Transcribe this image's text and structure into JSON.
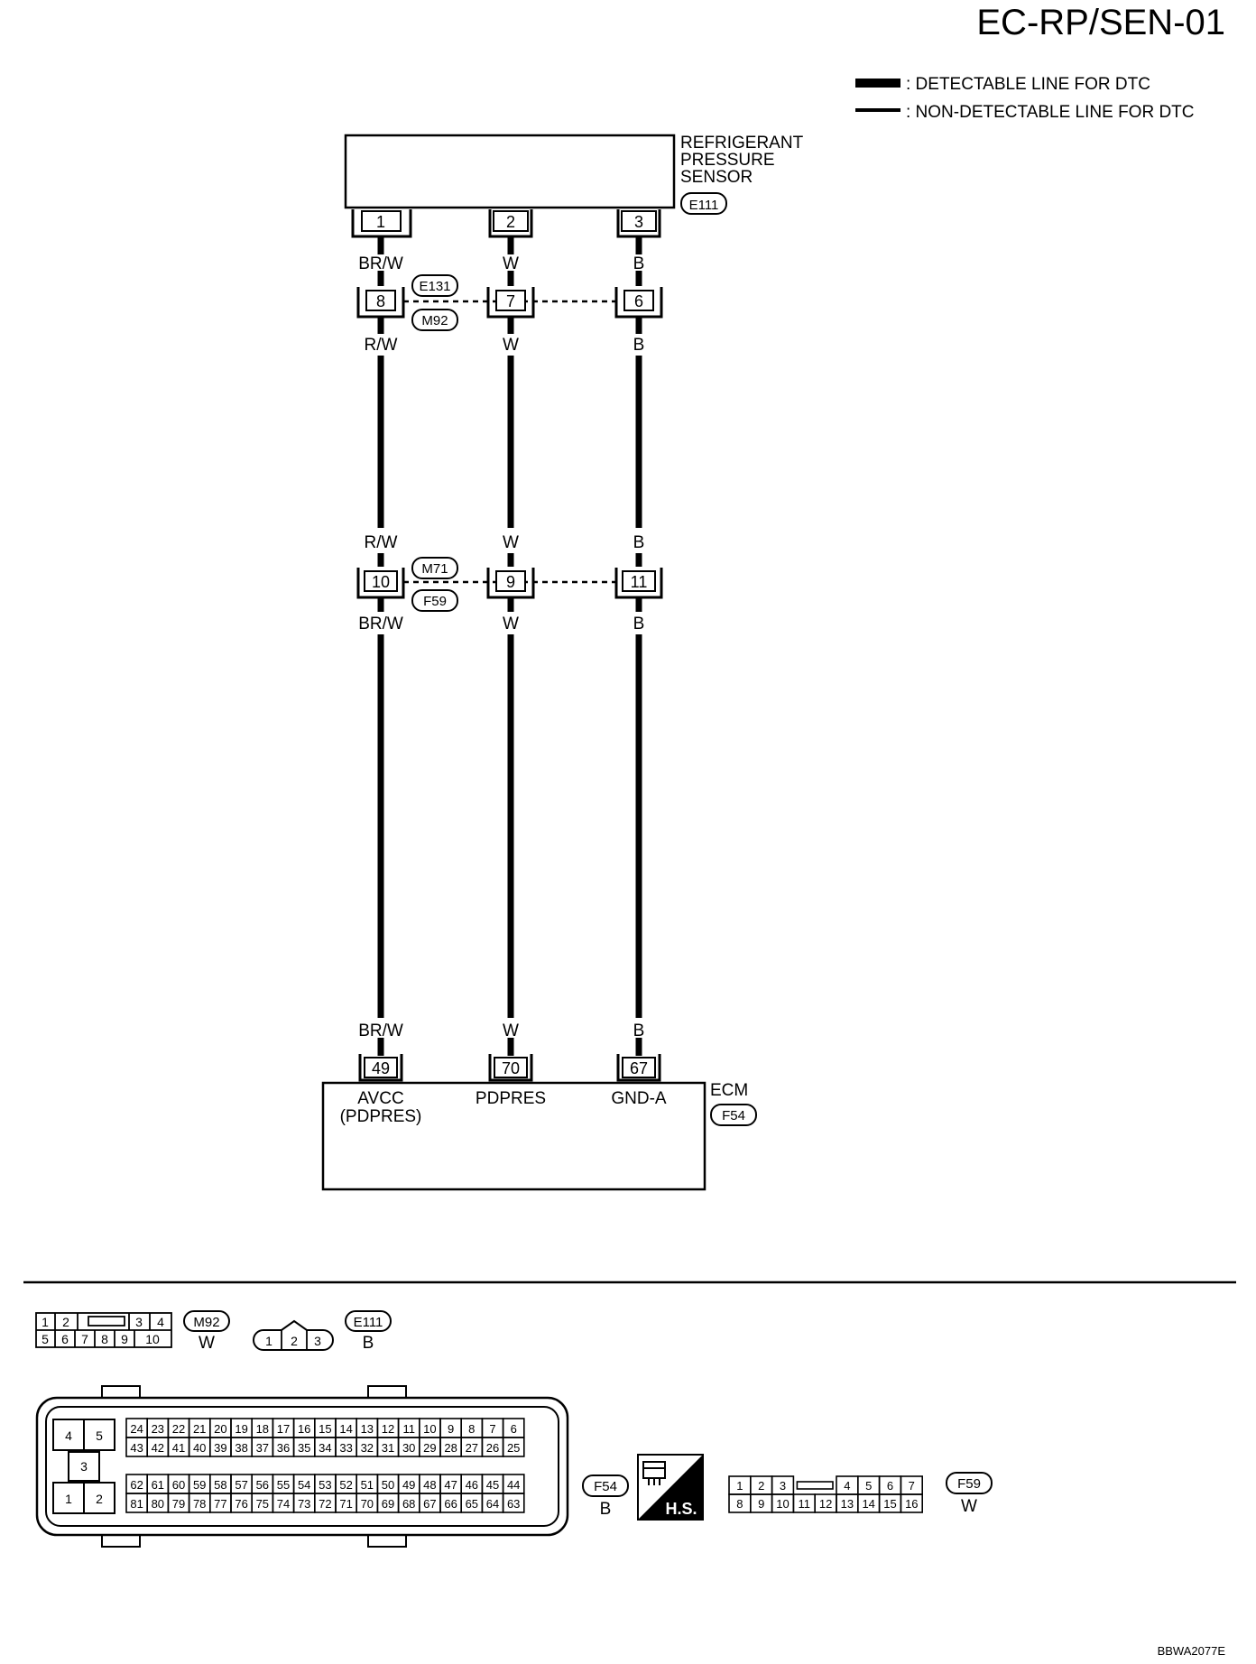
{
  "page_code": "EC-RP/SEN-01",
  "figure_code": "BBWA2077E",
  "legend": {
    "detectable": ": DETECTABLE LINE FOR DTC",
    "non_detectable": ": NON-DETECTABLE LINE FOR DTC"
  },
  "sensor": {
    "name_lines": [
      "REFRIGERANT",
      "PRESSURE",
      "SENSOR"
    ],
    "connector": "E111",
    "terminals": [
      "1",
      "2",
      "3"
    ]
  },
  "wire_colors_top": [
    "BR/W",
    "W",
    "B"
  ],
  "joint1": {
    "connectors": [
      "E131",
      "M92"
    ],
    "pins": [
      "8",
      "7",
      "6"
    ]
  },
  "wire_colors_mid": [
    "R/W",
    "W",
    "B"
  ],
  "wire_colors_mid2": [
    "R/W",
    "W",
    "B"
  ],
  "joint2": {
    "connectors": [
      "M71",
      "F59"
    ],
    "pins": [
      "10",
      "9",
      "11"
    ]
  },
  "wire_colors_low": [
    "BR/W",
    "W",
    "B"
  ],
  "wire_colors_ecm": [
    "BR/W",
    "W",
    "B"
  ],
  "ecm": {
    "name": "ECM",
    "connector": "F54",
    "terminals": [
      "49",
      "70",
      "67"
    ],
    "signals": [
      "AVCC",
      "PDPRES",
      "GND-A"
    ],
    "signal_sub": "(PDPRES)"
  },
  "connector_views": {
    "m92": {
      "id": "M92",
      "color": "W",
      "row1": [
        "1",
        "2",
        "",
        "3",
        "4"
      ],
      "row2": [
        "5",
        "6",
        "7",
        "8",
        "9",
        "10"
      ]
    },
    "e111": {
      "id": "E111",
      "color": "B",
      "pins": [
        "1",
        "2",
        "3"
      ]
    },
    "f54": {
      "id": "F54",
      "color": "B",
      "left_pins": [
        "4",
        "5",
        "3",
        "1",
        "2"
      ],
      "row1": [
        "24",
        "23",
        "22",
        "21",
        "20",
        "19",
        "18",
        "17",
        "16",
        "15",
        "14",
        "13",
        "12",
        "11",
        "10",
        "9",
        "8",
        "7",
        "6"
      ],
      "row2": [
        "43",
        "42",
        "41",
        "40",
        "39",
        "38",
        "37",
        "36",
        "35",
        "34",
        "33",
        "32",
        "31",
        "30",
        "29",
        "28",
        "27",
        "26",
        "25"
      ],
      "row3": [
        "62",
        "61",
        "60",
        "59",
        "58",
        "57",
        "56",
        "55",
        "54",
        "53",
        "52",
        "51",
        "50",
        "49",
        "48",
        "47",
        "46",
        "45",
        "44"
      ],
      "row4": [
        "81",
        "80",
        "79",
        "78",
        "77",
        "76",
        "75",
        "74",
        "73",
        "72",
        "71",
        "70",
        "69",
        "68",
        "67",
        "66",
        "65",
        "64",
        "63"
      ]
    },
    "hs_label": "H.S.",
    "f59": {
      "id": "F59",
      "color": "W",
      "row1": [
        "1",
        "2",
        "3",
        "",
        "4",
        "5",
        "6",
        "7"
      ],
      "row2": [
        "8",
        "9",
        "10",
        "11",
        "12",
        "13",
        "14",
        "15",
        "16"
      ]
    }
  }
}
